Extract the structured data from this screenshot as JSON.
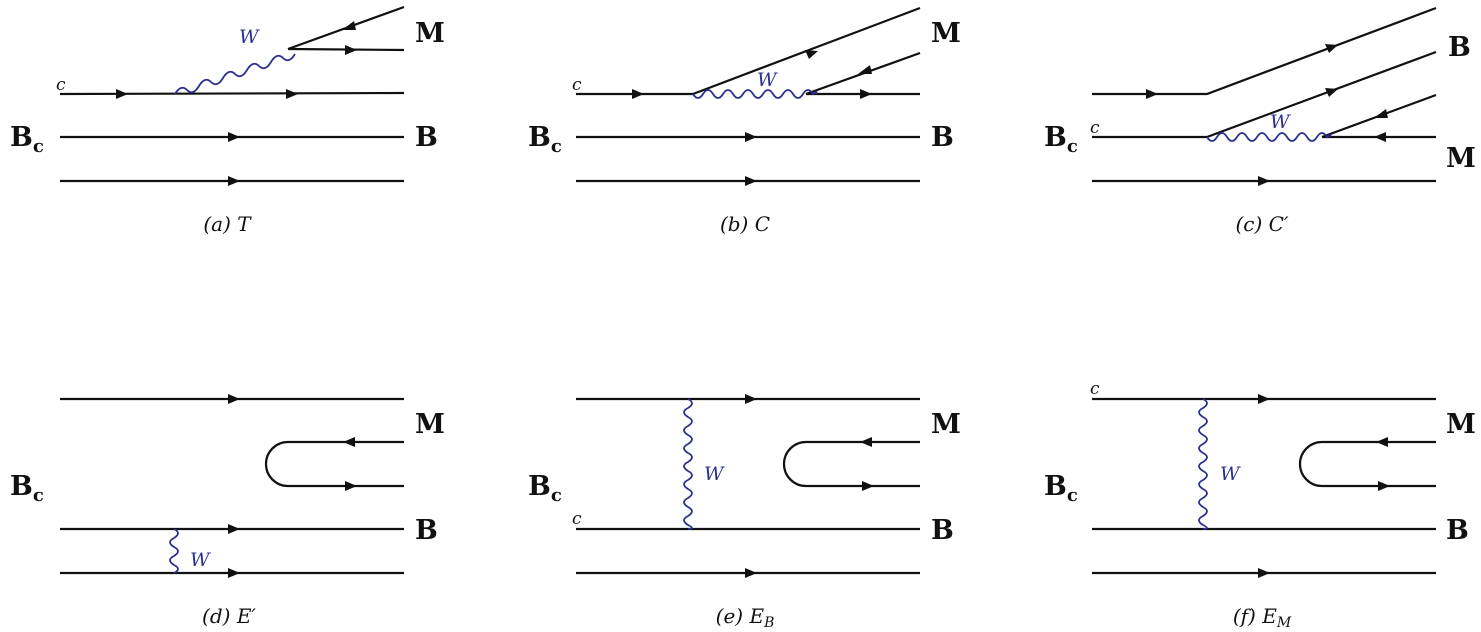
{
  "labels": {
    "initial_main": "B",
    "initial_sub": "c",
    "meson": "M",
    "baryon": "B",
    "charm": "c",
    "boson": "W"
  },
  "captions": {
    "a": {
      "tag": "(a)",
      "sym": "T",
      "sub": ""
    },
    "b": {
      "tag": "(b)",
      "sym": "C",
      "sub": ""
    },
    "c": {
      "tag": "(c)",
      "sym": "C′",
      "sub": ""
    },
    "d": {
      "tag": "(d)",
      "sym": "E′",
      "sub": ""
    },
    "e": {
      "tag": "(e)",
      "sym": "E",
      "sub": "B"
    },
    "f": {
      "tag": "(f)",
      "sym": "E",
      "sub": "M"
    }
  },
  "colors": {
    "line": "#111111",
    "boson": "#2b2f8f"
  }
}
